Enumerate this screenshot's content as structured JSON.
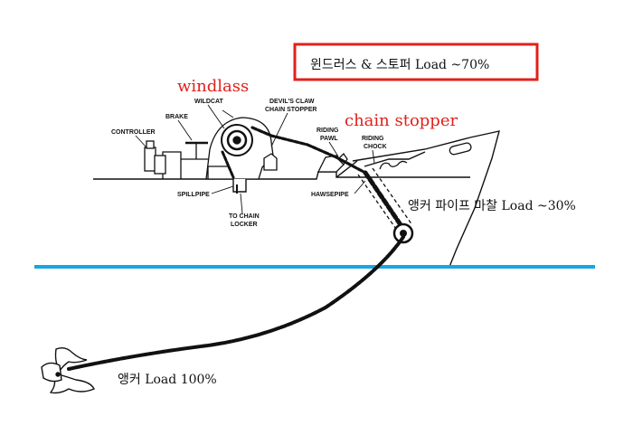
{
  "callouts": {
    "windlass_stopper_load": "윈드러스 & 스토퍼 Load ~70%",
    "hawsepipe_friction_load": "앵커 파이프 마찰 Load ~30%",
    "anchor_load": "앵커 Load 100%"
  },
  "red_labels": {
    "windlass": "windlass",
    "chain_stopper": "chain stopper"
  },
  "part_labels": {
    "wildcat": "WILDCAT",
    "devils_claw_1": "DEVIL'S CLAW",
    "devils_claw_2": "CHAIN STOPPER",
    "brake": "BRAKE",
    "controller": "CONTROLLER",
    "riding_pawl_1": "RIDING",
    "riding_pawl_2": "PAWL",
    "riding_chock_1": "RIDING",
    "riding_chock_2": "CHOCK",
    "spillpipe": "SPILLPIPE",
    "to_chain_1": "TO CHAIN",
    "to_chain_2": "LOCKER",
    "hawsepipe": "HAWSEPIPE"
  },
  "colors": {
    "highlight_red": "#e0211c",
    "waterline_blue": "#19a6e0",
    "line_black": "#111111"
  }
}
